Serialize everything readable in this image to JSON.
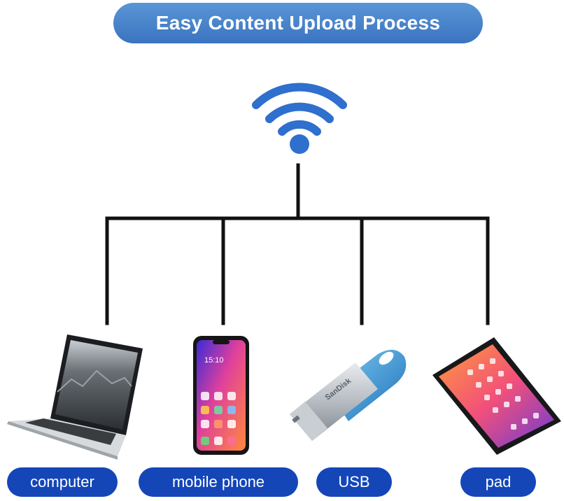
{
  "title": "Easy Content Upload Process",
  "colors": {
    "title_pill": "#4a86cc",
    "label_pill": "#1446b8",
    "wifi": "#2f6fce",
    "lines": "#111111"
  },
  "devices": [
    {
      "label": "computer",
      "icon": "laptop-icon"
    },
    {
      "label": "mobile phone",
      "icon": "smartphone-icon"
    },
    {
      "label": "USB",
      "icon": "usb-drive-icon"
    },
    {
      "label": "pad",
      "icon": "tablet-icon"
    }
  ],
  "phone_screen": {
    "time": "15:10"
  },
  "usb_brand": "SanDisk"
}
